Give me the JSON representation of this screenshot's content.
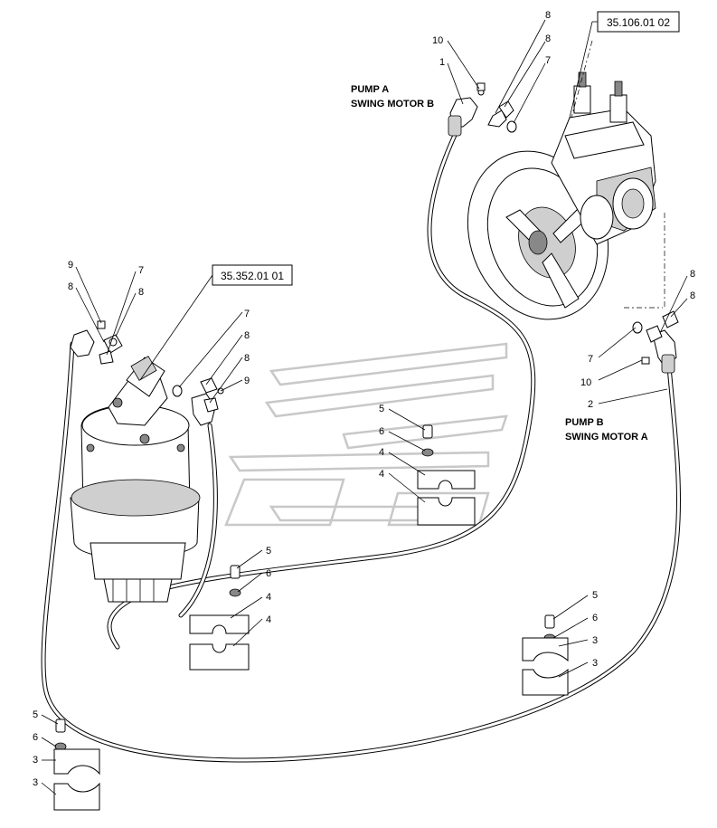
{
  "references": {
    "pump_ref": "35.106.01 02",
    "motor_ref": "35.352.01 01"
  },
  "titles": {
    "pump_a_line1": "PUMP A",
    "pump_a_line2": "SWING MOTOR B",
    "pump_b_line1": "PUMP B",
    "pump_b_line2": "SWING MOTOR A"
  },
  "callouts": {
    "c1": "1",
    "c2": "2",
    "c3a": "3",
    "c3b": "3",
    "c3c": "3",
    "c3d": "3",
    "c4a": "4",
    "c4b": "4",
    "c4c": "4",
    "c4d": "4",
    "c5a": "5",
    "c5b": "5",
    "c5c": "5",
    "c5d": "5",
    "c6a": "6",
    "c6b": "6",
    "c6c": "6",
    "c6d": "6",
    "c7a": "7",
    "c7b": "7",
    "c7c": "7",
    "c7d": "7",
    "c8a": "8",
    "c8b": "8",
    "c8c": "8",
    "c8d": "8",
    "c8e": "8",
    "c8f": "8",
    "c8g": "8",
    "c8h": "8",
    "c9a": "9",
    "c9b": "9",
    "c10a": "10",
    "c10b": "10"
  }
}
